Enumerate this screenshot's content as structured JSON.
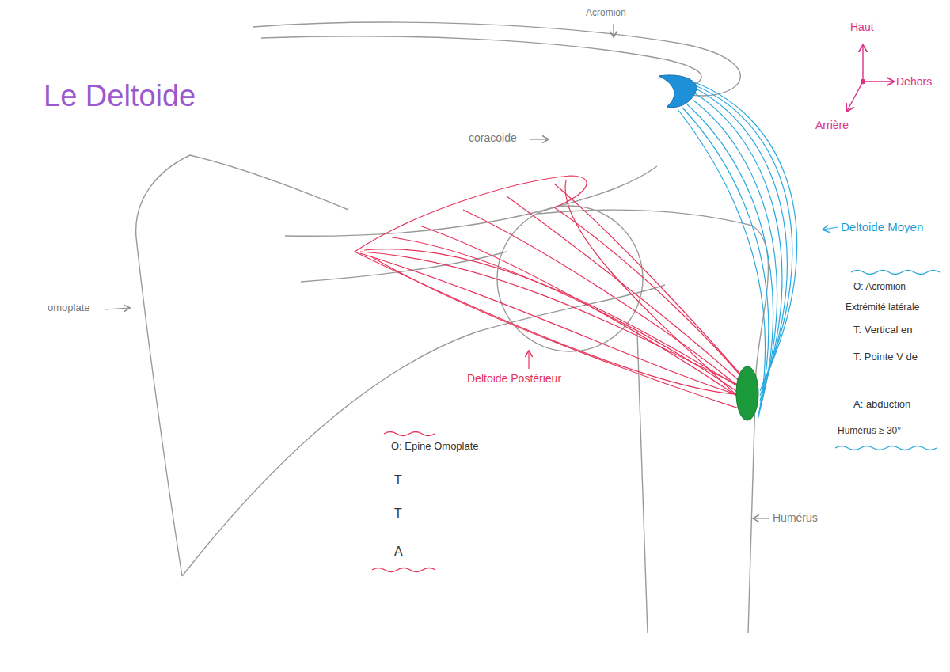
{
  "diagram": {
    "title": "Le Deltoide",
    "labels": [
      "Acromion",
      "coracoide",
      "omoplate",
      "Humérus",
      "Deltoide Postérieur",
      "Deltoide Moyen",
      "Haut",
      "Dehors",
      "Arrière",
      "O: Acromion",
      "Extrémité latérale",
      "T: Vertical en",
      "T: Pointe V de",
      "A: abduction",
      "Humérus ≥ 30°",
      "O: Epine Omoplate",
      "T",
      "T",
      "A"
    ]
  }
}
